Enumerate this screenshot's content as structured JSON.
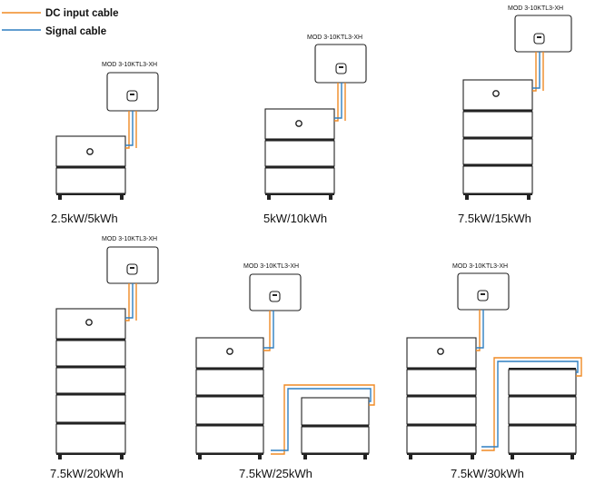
{
  "legend": {
    "dc_label": "DC input cable",
    "signal_label": "Signal cable",
    "dc_color": "#f08a24",
    "signal_color": "#2f7fc1"
  },
  "configs": [
    {
      "inverter_model": "MOD 3-10KTL3-XH",
      "caption": "2.5kW/5kWh",
      "battery_modules": 2
    },
    {
      "inverter_model": "MOD 3-10KTL3-XH",
      "caption": "5kW/10kWh",
      "battery_modules": 3
    },
    {
      "inverter_model": "MOD 3-10KTL3-XH",
      "caption": "7.5kW/15kWh",
      "battery_modules": 4
    },
    {
      "inverter_model": "MOD 3-10KTL3-XH",
      "caption": "7.5kW/20kWh",
      "battery_modules": 5
    },
    {
      "inverter_model": "MOD 3-10KTL3-XH",
      "caption": "7.5kW/25kWh",
      "battery_modules": 6
    },
    {
      "inverter_model": "MOD 3-10KTL3-XH",
      "caption": "7.5kW/30kWh",
      "battery_modules": 7
    }
  ]
}
